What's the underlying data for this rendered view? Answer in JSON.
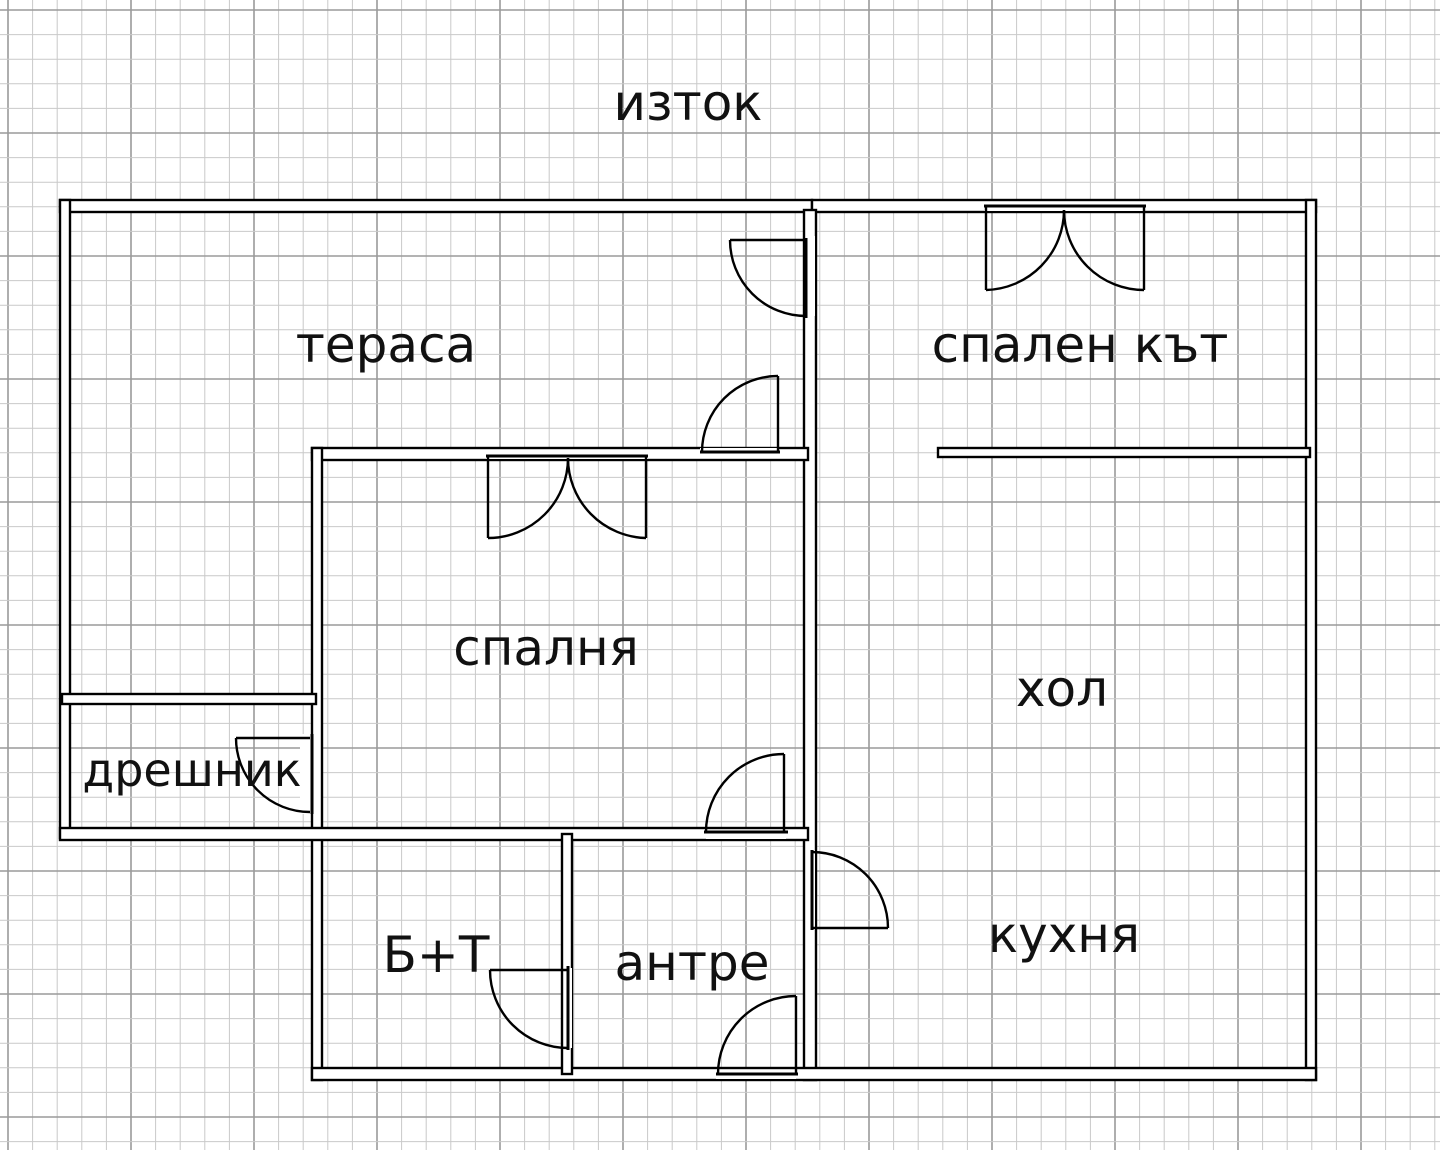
{
  "compass": {
    "direction": "изток"
  },
  "rooms": {
    "terrace": "тераса",
    "sleeping_nook": "спален кът",
    "bedroom": "спалня",
    "living_room": "хол",
    "wardrobe": "дрешник",
    "bathroom_wc": "Б+Т",
    "entrance_hall": "антре",
    "kitchen": "кухня"
  },
  "colors": {
    "grid_minor": "#c9c9c9",
    "grid_major": "#9a9a9a",
    "wall": "#000000",
    "wall_fill": "#ffffff"
  }
}
